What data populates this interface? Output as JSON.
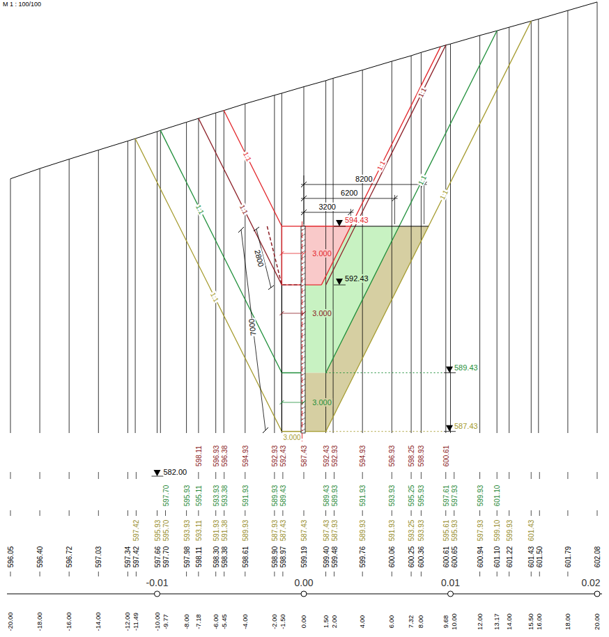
{
  "diagram": {
    "labels": [
      "M 1 : 100/100",
      "8200",
      "6200",
      "3200",
      "594.43",
      "2800",
      "592.43",
      "3.000",
      "3.000",
      "7000",
      "3.000",
      "589.43",
      "587.43",
      "3.000",
      "582.00",
      "1:1",
      "1:1",
      "1:1",
      "1:1",
      "1:1",
      "1:1",
      "1:1",
      "1:1",
      "-0.01",
      "0.00",
      "0.01",
      "0.02",
      "598.11",
      "596.93",
      "596.38",
      "594.93",
      "592.93",
      "592.43",
      "587.43",
      "592.43",
      "592.93",
      "594.93",
      "596.93",
      "598.25",
      "598.93",
      "600.61",
      "597.70",
      "595.93",
      "595.11",
      "593.93",
      "593.38",
      "591.93",
      "589.93",
      "589.43",
      "589.43",
      "589.93",
      "591.93",
      "593.93",
      "595.25",
      "595.93",
      "597.61",
      "597.93",
      "599.93",
      "601.10",
      "597.42",
      "595.93",
      "595.70",
      "593.93",
      "593.11",
      "591.93",
      "591.38",
      "589.93",
      "587.93",
      "587.43",
      "587.43",
      "587.43",
      "587.93",
      "589.93",
      "591.93",
      "593.25",
      "593.93",
      "595.61",
      "595.93",
      "597.93",
      "599.10",
      "599.93",
      "601.43",
      "596.05",
      "596.40",
      "596.72",
      "597.03",
      "597.34",
      "597.42",
      "597.66",
      "597.70",
      "597.98",
      "598.11",
      "598.30",
      "598.38",
      "598.61",
      "598.90",
      "598.97",
      "599.19",
      "599.40",
      "599.48",
      "599.76",
      "600.06",
      "600.25",
      "600.36",
      "600.61",
      "600.65",
      "600.94",
      "601.10",
      "601.22",
      "601.43",
      "601.50",
      "601.79",
      "602.08",
      "-20.00",
      "-18.00",
      "-16.00",
      "-14.00",
      "-12.00",
      "-11.49",
      "-10.00",
      "-9.77",
      "-8.00",
      "-7.18",
      "-6.00",
      "-5.45",
      "-4.00",
      "-2.00",
      "-1.50",
      "0.00",
      "1.50",
      "2.00",
      "4.00",
      "6.00",
      "7.32",
      "8.00",
      "9.68",
      "10.00",
      "12.00",
      "13.17",
      "14.00",
      "15.50",
      "16.00",
      "18.00",
      "20.00"
    ]
  }
}
